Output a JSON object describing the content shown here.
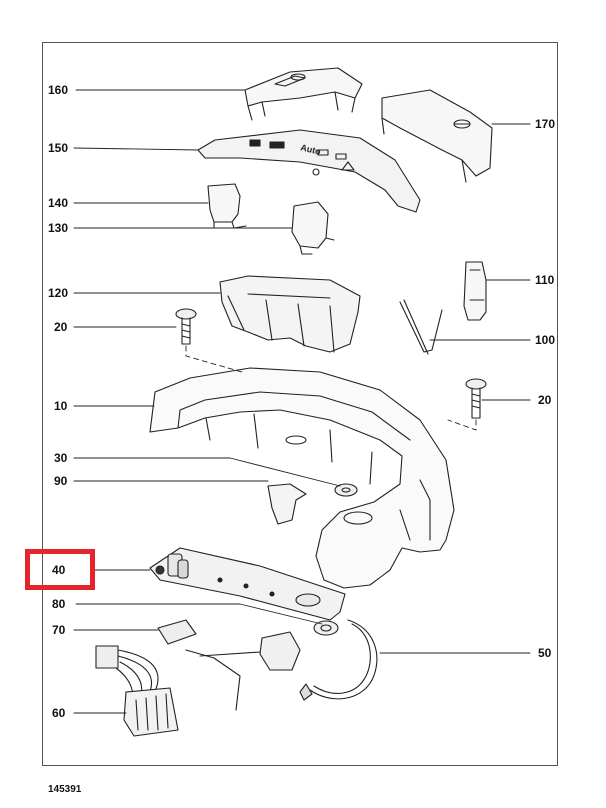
{
  "diagram": {
    "labels_left": [
      "160",
      "150",
      "140",
      "130",
      "120",
      "20",
      "10",
      "30",
      "90",
      "40",
      "80",
      "70",
      "60"
    ],
    "labels_right": [
      "170",
      "110",
      "100",
      "20",
      "50"
    ],
    "highlighted_label": "40",
    "highlight_color": "#e3262b",
    "part_texts": {
      "auto_marking": "Auto"
    },
    "document_number": "145391"
  }
}
